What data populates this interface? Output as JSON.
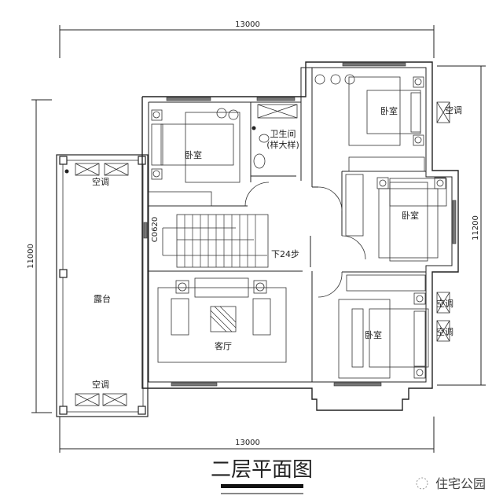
{
  "plan": {
    "title": "二层平面图",
    "watermark": "住宅公园"
  },
  "dimensions": {
    "top_width": "13000",
    "bottom_width": "13000",
    "left_height": "11000",
    "right_height": "11200"
  },
  "rooms": {
    "bedroom_nw": "卧室",
    "bathroom": "卫生间",
    "bathroom_note": "(样大样)",
    "bedroom_ne": "卧室",
    "bedroom_e": "卧室",
    "bedroom_se": "卧室",
    "living_room": "客厅",
    "terrace": "露台"
  },
  "annotations": {
    "stair": "下24步",
    "window_code": "C0620",
    "ac_terrace_top": "空调",
    "ac_terrace_bottom": "空调",
    "ac_ne": "空调",
    "ac_se_1": "空调",
    "ac_se_2": "空调"
  }
}
